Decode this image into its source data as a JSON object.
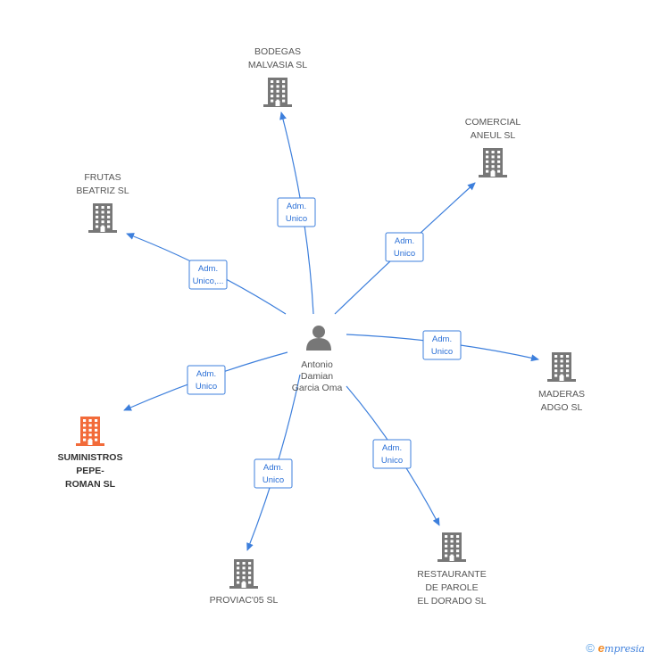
{
  "center": {
    "name_lines": [
      "Antonio",
      "Damian",
      "Garcia Oma"
    ],
    "icon": "person-icon"
  },
  "companies": [
    {
      "id": "bodegas",
      "lines": [
        "BODEGAS",
        "MALVASIA SL"
      ],
      "icon": "building-icon",
      "highlight": false
    },
    {
      "id": "comercial",
      "lines": [
        "COMERCIAL",
        "ANEUL SL"
      ],
      "icon": "building-icon",
      "highlight": false
    },
    {
      "id": "frutas",
      "lines": [
        "FRUTAS",
        "BEATRIZ SL"
      ],
      "icon": "building-icon",
      "highlight": false
    },
    {
      "id": "maderas",
      "lines": [
        "MADERAS",
        "ADGO  SL"
      ],
      "icon": "building-icon",
      "highlight": false
    },
    {
      "id": "suministros",
      "lines": [
        "SUMINISTROS",
        "PEPE-",
        "ROMAN SL"
      ],
      "icon": "building-icon",
      "highlight": true
    },
    {
      "id": "proviac",
      "lines": [
        "PROVIAC'05 SL"
      ],
      "icon": "building-icon",
      "highlight": false
    },
    {
      "id": "restaurante",
      "lines": [
        "RESTAURANTE",
        "DE PAROLE",
        "EL DORADO SL"
      ],
      "icon": "building-icon",
      "highlight": false
    }
  ],
  "relations": [
    {
      "target": "bodegas",
      "label_lines": [
        "Adm.",
        "Unico"
      ]
    },
    {
      "target": "comercial",
      "label_lines": [
        "Adm.",
        "Unico"
      ]
    },
    {
      "target": "frutas",
      "label_lines": [
        "Adm.",
        "Unico,..."
      ]
    },
    {
      "target": "maderas",
      "label_lines": [
        "Adm.",
        "Unico"
      ]
    },
    {
      "target": "suministros",
      "label_lines": [
        "Adm.",
        "Unico"
      ]
    },
    {
      "target": "proviac",
      "label_lines": [
        "Adm.",
        "Unico"
      ]
    },
    {
      "target": "restaurante",
      "label_lines": [
        "Adm.",
        "Unico"
      ]
    }
  ],
  "colors": {
    "edge": "#3d7fdc",
    "building": "#777777",
    "building_highlight": "#f26b3a",
    "person": "#777777"
  },
  "footer": {
    "copyright_symbol": "©",
    "brand_first": "e",
    "brand_rest": "mpresia"
  }
}
